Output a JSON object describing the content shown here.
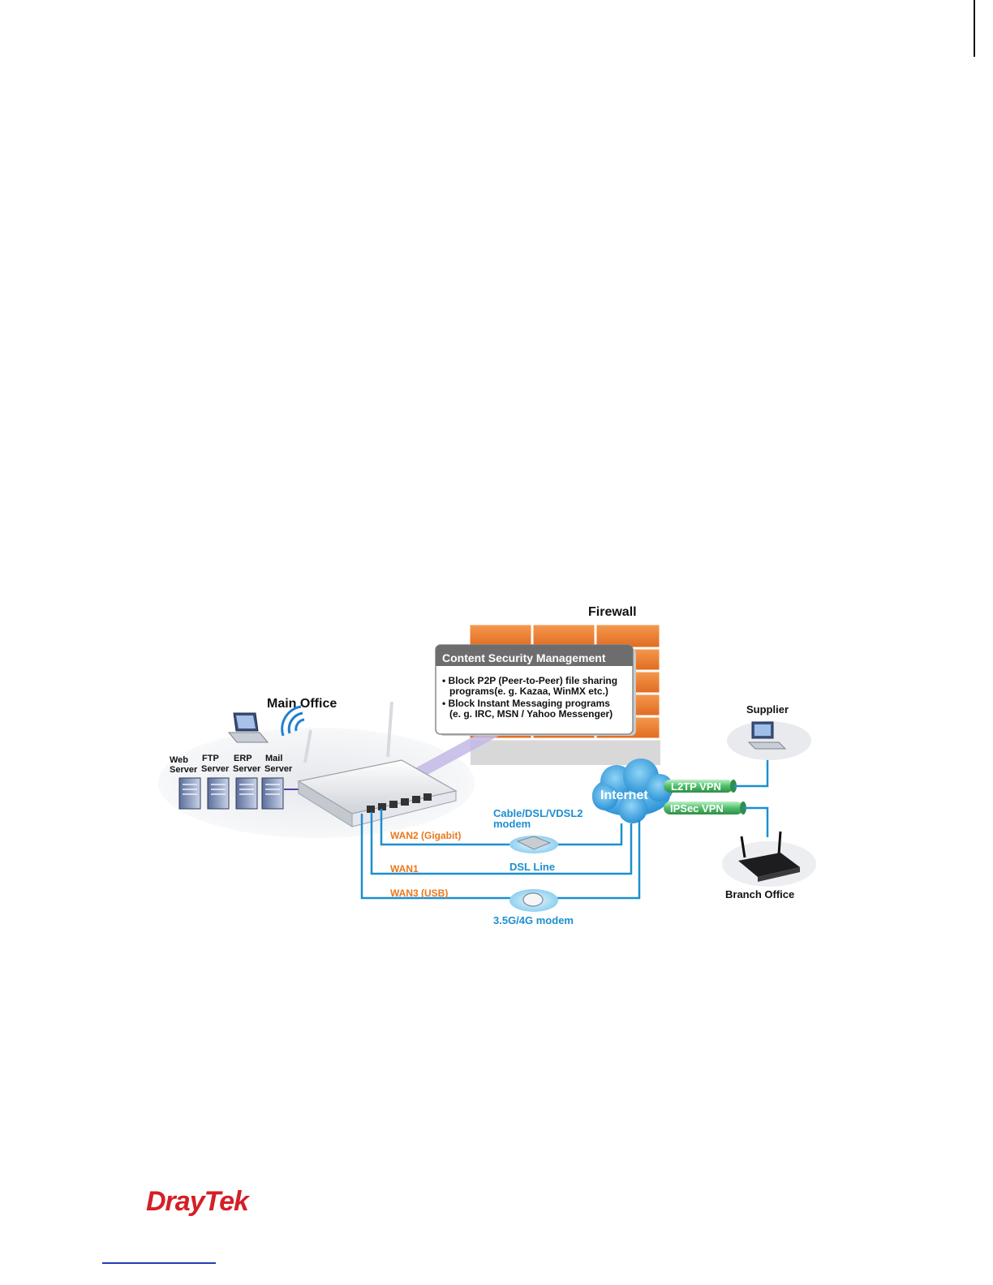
{
  "diagram": {
    "firewall": {
      "label": "Firewall"
    },
    "csm": {
      "title": "Content Security Management",
      "bullets": [
        [
          "Block P2P (Peer-to-Peer) file sharing",
          "programs(e. g. Kazaa, WinMX etc.)"
        ],
        [
          "Block Instant Messaging programs",
          "(e. g. IRC, MSN / Yahoo Messenger)"
        ]
      ]
    },
    "main_office": {
      "label": "Main Office"
    },
    "servers": [
      {
        "line1": "Web",
        "line2": "Server"
      },
      {
        "line1": "FTP",
        "line2": "Server"
      },
      {
        "line1": "ERP",
        "line2": "Server"
      },
      {
        "line1": "Mail",
        "line2": "Server"
      }
    ],
    "internet": {
      "label": "Internet"
    },
    "vpn": {
      "l2tp": "L2TP VPN",
      "ipsec": "IPSec VPN"
    },
    "supplier": {
      "label": "Supplier"
    },
    "branch_office": {
      "label": "Branch Office"
    },
    "wan": {
      "wan2": "WAN2 (Gigabit)",
      "wan1": "WAN1",
      "wan3": "WAN3 (USB)"
    },
    "modems": {
      "cable_line1": "Cable/DSL/VDSL2",
      "cable_line2": "modem",
      "dsl_line": "DSL Line",
      "mobile": "3.5G/4G modem"
    },
    "colors": {
      "brick": "#ee7a2c",
      "link": "#1c8fd0",
      "wan_label": "#e9781f",
      "vpn_tube": "#4fbf6a",
      "cloud": "#3aa3df"
    }
  },
  "footer": {
    "brand": "DrayTek"
  }
}
